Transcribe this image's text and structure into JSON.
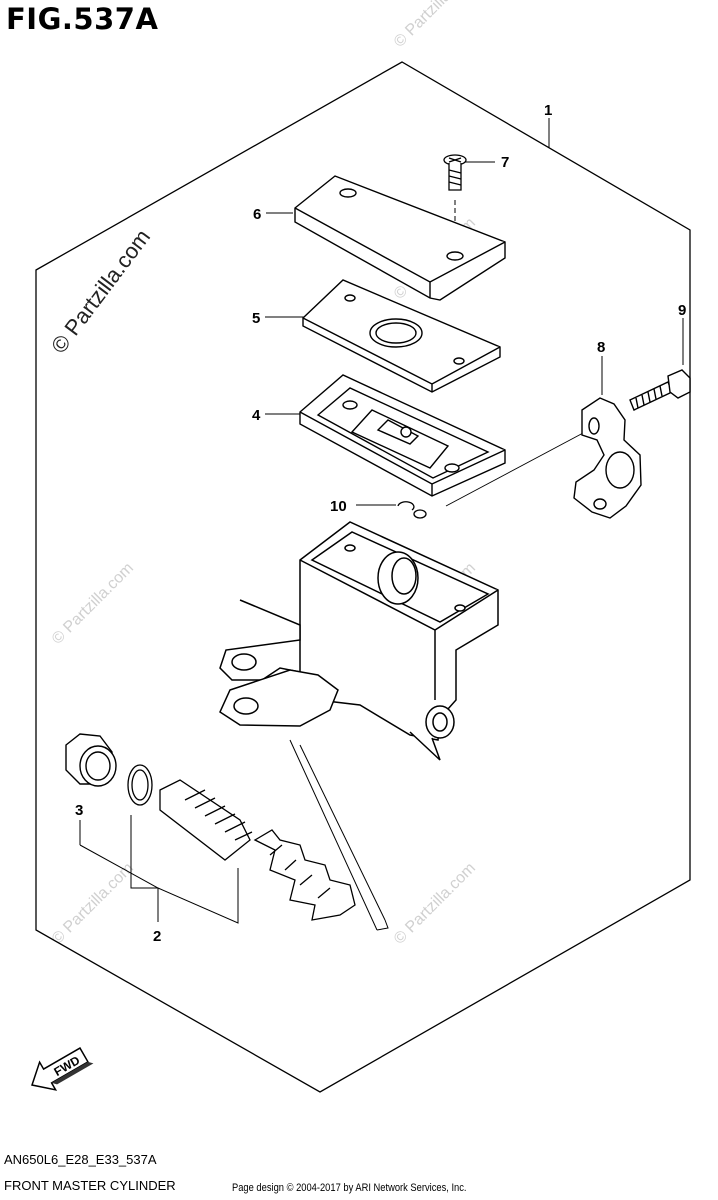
{
  "figure": {
    "title": "FIG.537A"
  },
  "watermark": {
    "main": "© Partzilla.com",
    "repeat": "© Partzilla.com"
  },
  "callouts": [
    "1",
    "2",
    "3",
    "4",
    "5",
    "6",
    "7",
    "8",
    "9",
    "10"
  ],
  "fwd_label": "FWD",
  "footer": {
    "model_code": "AN650L6_E28_E33_537A",
    "diagram_name": "FRONT MASTER CYLINDER",
    "credit": "Page design © 2004-2017 by ARI Network Services, Inc."
  }
}
